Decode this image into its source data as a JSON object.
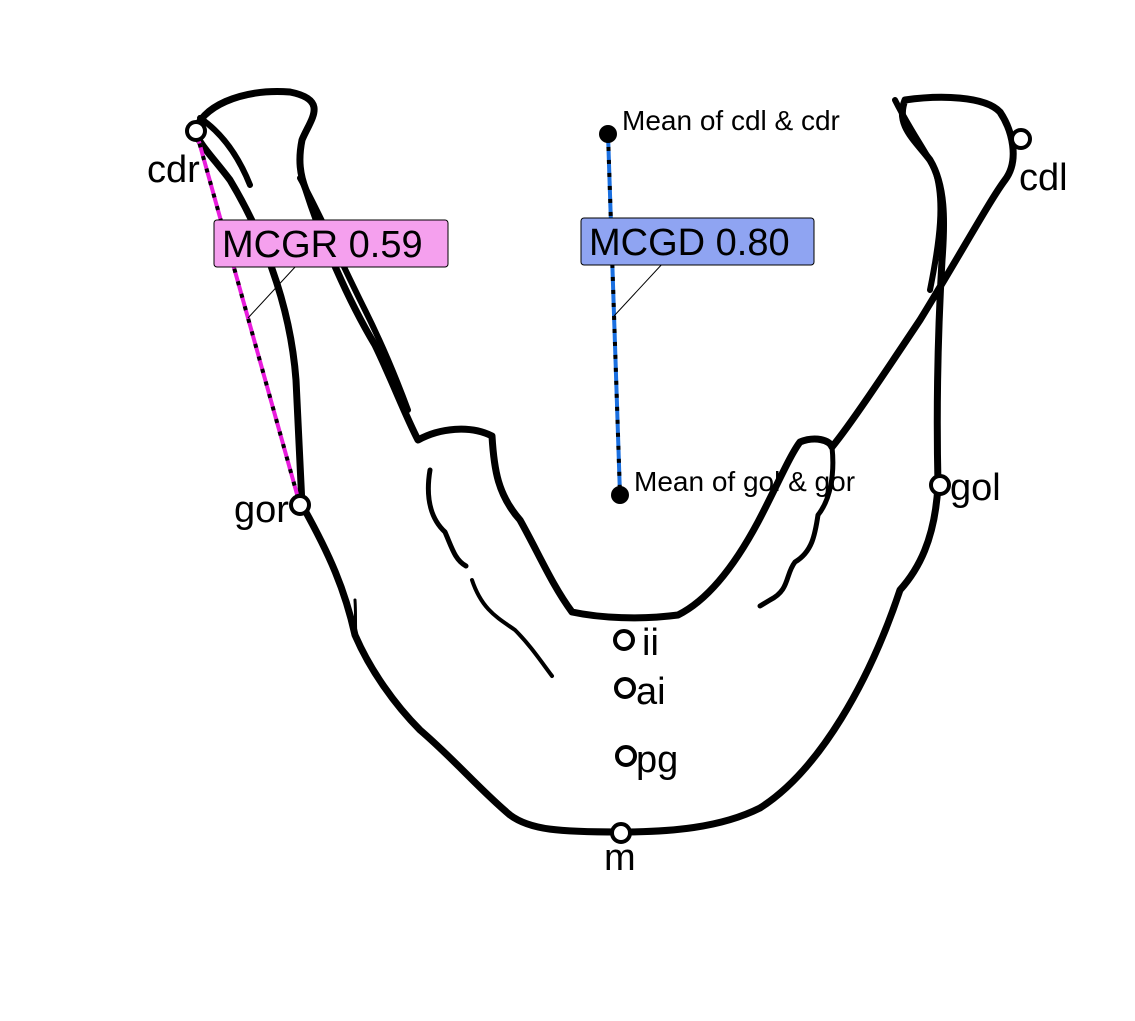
{
  "landmarks": {
    "cdr": "cdr",
    "cdl": "cdl",
    "gor": "gor",
    "gol": "gol",
    "ii": "ii",
    "ai": "ai",
    "pg": "pg",
    "m": "m"
  },
  "midpoints": {
    "condyle_mean": "Mean of cdl & cdr",
    "gonion_mean": "Mean of gol & gor"
  },
  "measures": {
    "mcgr": {
      "label": "MCGR 0.59",
      "color": "#e81cdc",
      "box_color": "#f5a0ee"
    },
    "mcgd": {
      "label": "MCGD 0.80",
      "color": "#1a6fe0",
      "box_color": "#8fa4f2"
    }
  }
}
